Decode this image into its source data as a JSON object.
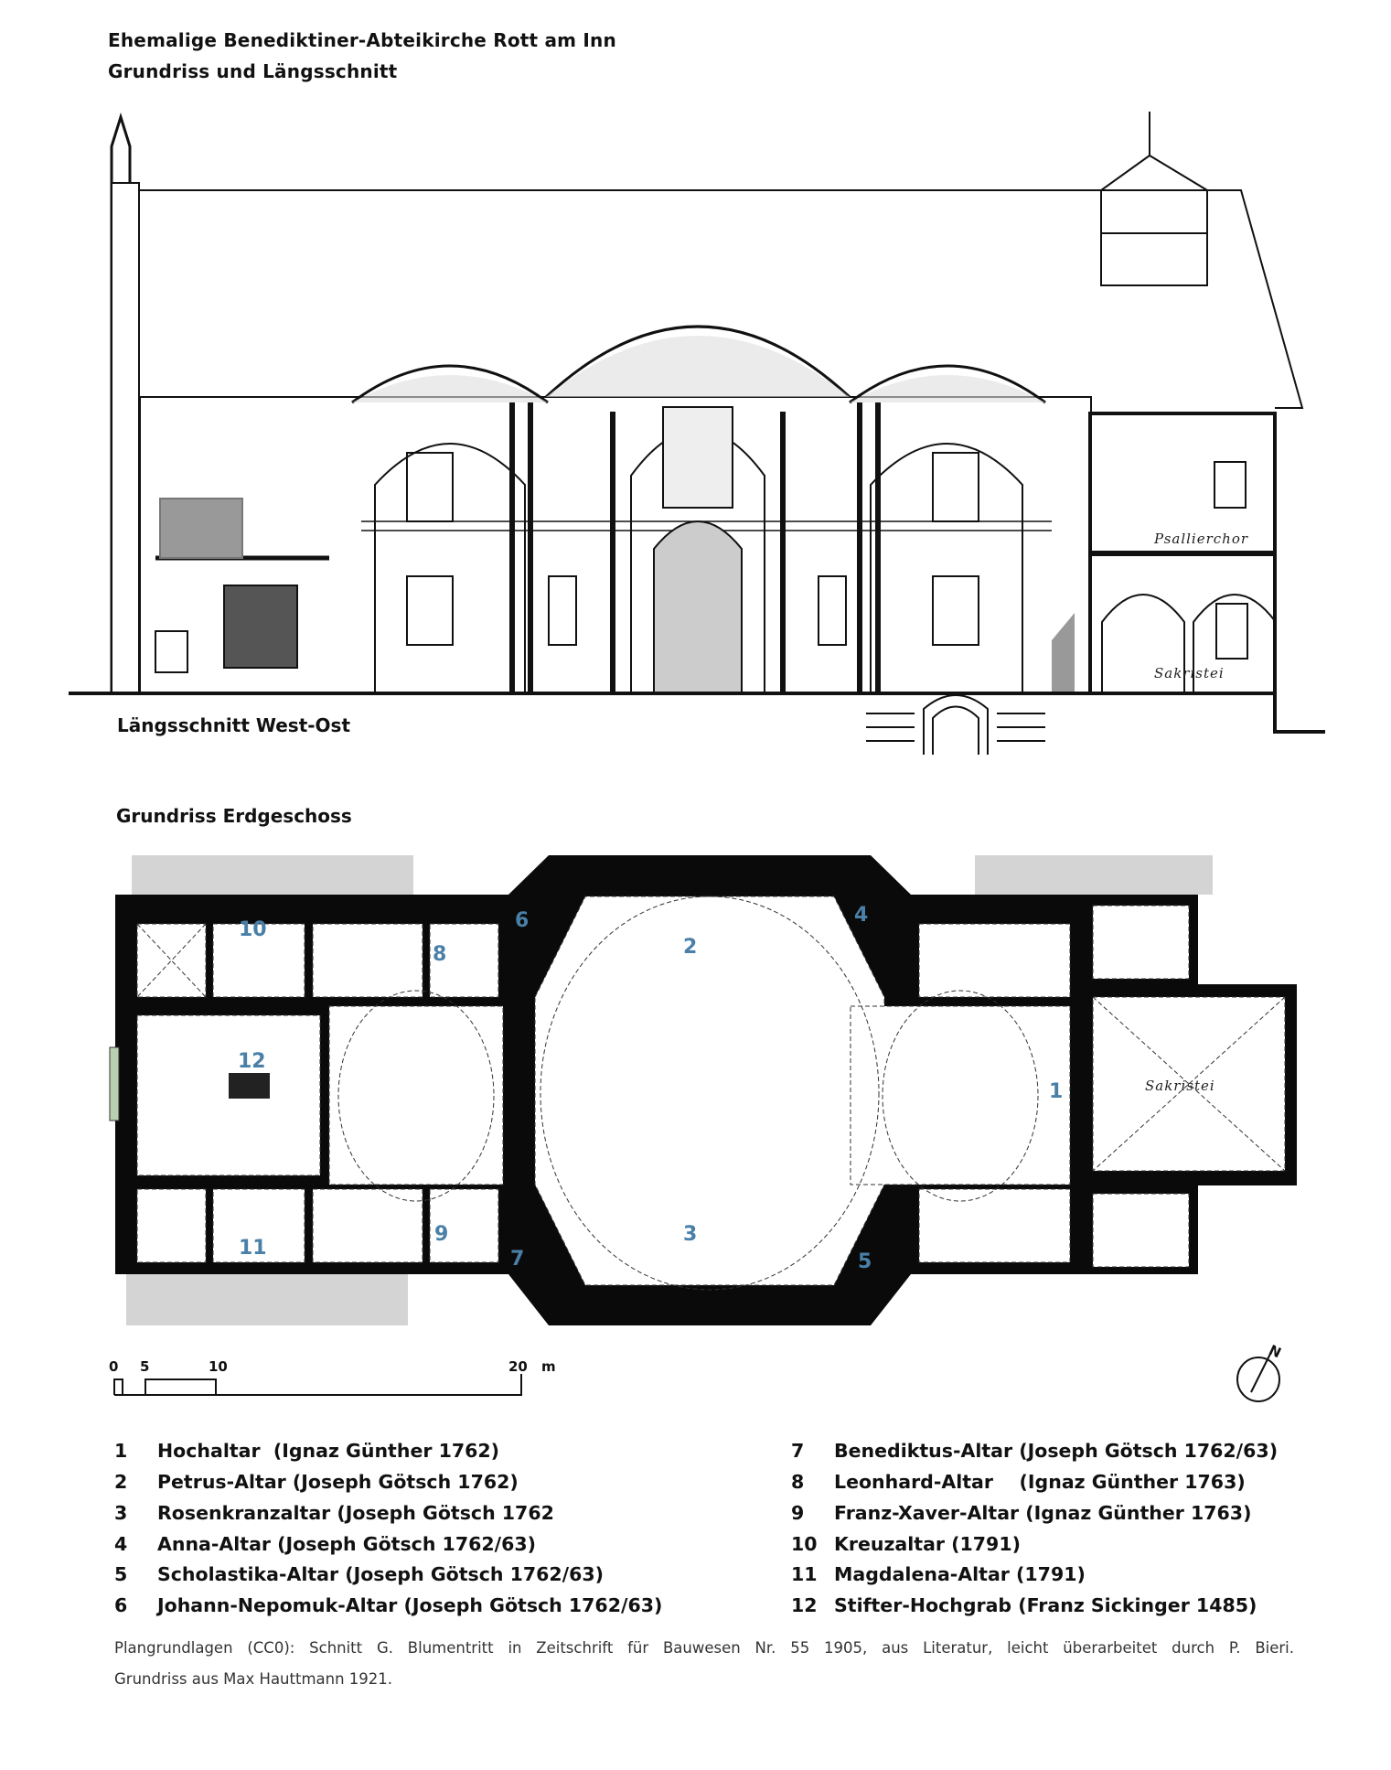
{
  "header": {
    "title": "Ehemalige Benediktiner-Abteikirche Rott am Inn",
    "subtitle": "Grundriss und Längsschnitt"
  },
  "section": {
    "caption": "Längsschnitt West-Ost",
    "labels": {
      "psallierchor": "Psallierchor",
      "sakristei": "Sakristei"
    }
  },
  "plan": {
    "caption": "Grundriss Erdgeschoss",
    "sakristei": "Sakristei",
    "markers": [
      "1",
      "2",
      "3",
      "4",
      "5",
      "6",
      "7",
      "8",
      "9",
      "10",
      "11",
      "12"
    ],
    "marker_color": "#4a80a8"
  },
  "scale_bar": {
    "ticks": [
      "0",
      "5",
      "10",
      "20"
    ],
    "unit": "m"
  },
  "compass": {
    "label": "N"
  },
  "legend": {
    "left": [
      {
        "num": "1",
        "text": "Hochaltar  (Ignaz Günther 1762)"
      },
      {
        "num": "2",
        "text": "Petrus-Altar (Joseph Götsch 1762)"
      },
      {
        "num": "3",
        "text": "Rosenkranzaltar (Joseph Götsch 1762"
      },
      {
        "num": "4",
        "text": "Anna-Altar (Joseph Götsch 1762/63)"
      },
      {
        "num": "5",
        "text": "Scholastika-Altar (Joseph Götsch 1762/63)"
      },
      {
        "num": "6",
        "text": "Johann-Nepomuk-Altar (Joseph Götsch 1762/63)"
      }
    ],
    "right": [
      {
        "num": "7",
        "text": "Benediktus-Altar (Joseph Götsch 1762/63)"
      },
      {
        "num": "8",
        "text": "Leonhard-Altar    (Ignaz Günther 1763)"
      },
      {
        "num": "9",
        "text": "Franz-Xaver-Altar (Ignaz Günther 1763)"
      },
      {
        "num": "10",
        "text": "Kreuzaltar (1791)"
      },
      {
        "num": "11",
        "text": "Magdalena-Altar (1791)"
      },
      {
        "num": "12",
        "text": "Stifter-Hochgrab (Franz Sickinger 1485)"
      }
    ]
  },
  "credits": {
    "line1": "Plangrundlagen (CC0): Schnitt G. Blumentritt in Zeitschrift für Bauwesen Nr. 55 1905, aus Literatur, leicht überarbeitet durch P. Bieri.",
    "line2": "Grundriss aus Max Hauttmann 1921."
  }
}
